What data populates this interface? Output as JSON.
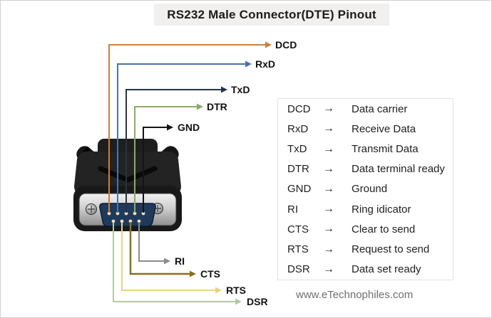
{
  "title": "RS232 Male Connector(DTE) Pinout",
  "watermark": "www.eTechnophiles.com",
  "wires": {
    "dcd": {
      "label": "DCD"
    },
    "rxd": {
      "label": "RxD"
    },
    "txd": {
      "label": "TxD"
    },
    "dtr": {
      "label": "DTR"
    },
    "gnd": {
      "label": "GND"
    },
    "ri": {
      "label": "RI"
    },
    "cts": {
      "label": "CTS"
    },
    "rts": {
      "label": "RTS"
    },
    "dsr": {
      "label": "DSR"
    }
  },
  "wire_colors": {
    "dcd": "#c9813f",
    "rxd": "#4a73a8",
    "txd": "#243447",
    "dtr": "#8fa86a",
    "gnd": "#141414",
    "ri": "#8c8c8c",
    "cts": "#8a7019",
    "rts": "#e9d47e",
    "dsr": "#b5c9a4"
  },
  "legend": {
    "rows": [
      {
        "signal": "DCD",
        "arrow": "→",
        "desc": "Data carrier"
      },
      {
        "signal": "RxD",
        "arrow": "→",
        "desc": "Receive Data"
      },
      {
        "signal": "TxD",
        "arrow": "→",
        "desc": "Transmit Data"
      },
      {
        "signal": "DTR",
        "arrow": "→",
        "desc": "Data terminal ready"
      },
      {
        "signal": "GND",
        "arrow": "→",
        "desc": "Ground"
      },
      {
        "signal": "RI",
        "arrow": "→",
        "desc": "Ring idicator"
      },
      {
        "signal": "CTS",
        "arrow": "→",
        "desc": "Clear to send"
      },
      {
        "signal": "RTS",
        "arrow": "→",
        "desc": "Request to send"
      },
      {
        "signal": "DSR",
        "arrow": "→",
        "desc": "Data set ready"
      }
    ]
  }
}
